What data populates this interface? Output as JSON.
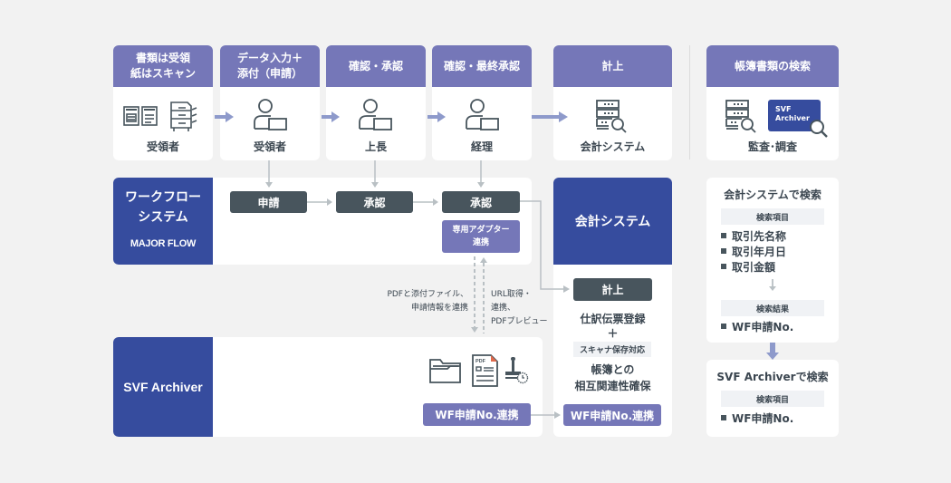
{
  "top_steps": [
    {
      "header": "書類は受領\n紙はスキャン",
      "label": "受領者",
      "icon": "documents-and-scanner-icon"
    },
    {
      "header": "データ入力＋\n添付（申請）",
      "label": "受領者",
      "icon": "user-with-laptop-icon"
    },
    {
      "header": "確認・承認",
      "label": "上長",
      "icon": "user-with-laptop-icon"
    },
    {
      "header": "確認・最終承認",
      "label": "経理",
      "icon": "user-with-laptop-icon"
    },
    {
      "header": "計上",
      "label": "会計システム",
      "icon": "server-search-icon"
    }
  ],
  "search_card": {
    "header": "帳簿書類の検索",
    "label": "監査･調査",
    "svf_badge_line1": "SVF",
    "svf_badge_line2": "Archiver"
  },
  "workflow": {
    "title_line1": "ワークフロー",
    "title_line2": "システム",
    "brand": "MAJOR FLOW",
    "steps": [
      "申請",
      "承認",
      "承認"
    ],
    "adapter": "専用アダプター\n連携"
  },
  "accounting": {
    "title": "会計システム",
    "post_button": "計上",
    "line1": "仕訳伝票登録",
    "plus": "＋",
    "scanner_tag": "スキャナ保存対応",
    "line2": "帳簿との\n相互関連性確保",
    "wf_link": "WF申請No.連携"
  },
  "connectors": {
    "pdf_note": "PDFと添付ファイル、\n申請情報を連携",
    "url_note": "URL取得・\n連携、\nPDFプレビュー"
  },
  "svf": {
    "title": "SVF Archiver",
    "wf_link": "WF申請No.連携",
    "icons": [
      "folder-icon",
      "pdf-document-icon",
      "timestamp-stamp-icon"
    ]
  },
  "search_accounting": {
    "title": "会計システムで検索",
    "items_label": "検索項目",
    "items": [
      "取引先名称",
      "取引年月日",
      "取引金額"
    ],
    "result_label": "検索結果",
    "results": [
      "WF申請No."
    ]
  },
  "search_svf": {
    "title": "SVF Archiverで検索",
    "items_label": "検索項目",
    "items": [
      "WF申請No."
    ]
  },
  "colors": {
    "background": "#f2f2f2",
    "header_purple": "#7577b8",
    "navy": "#364c9e",
    "dark_button": "#48555d",
    "arrow_blue": "#8e9acb",
    "connector_gray": "#b9c0c4"
  }
}
